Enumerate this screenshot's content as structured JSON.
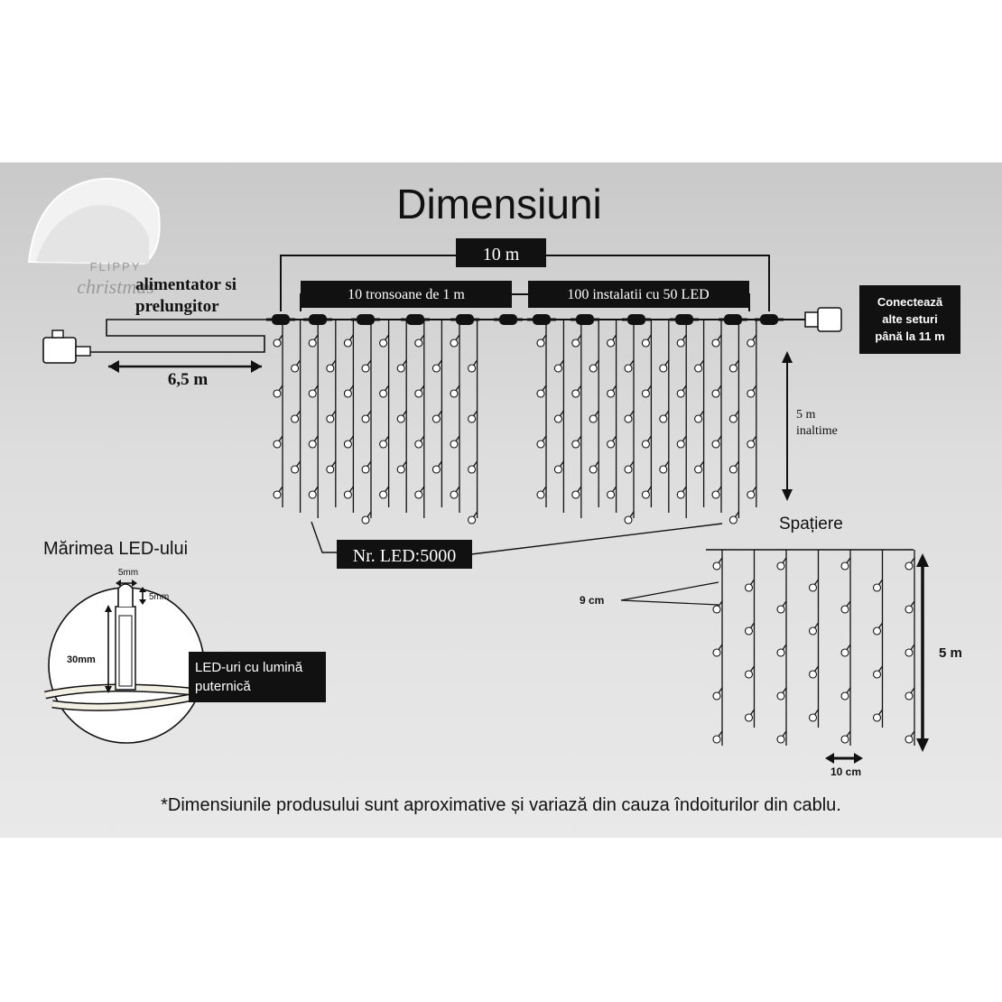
{
  "title": "Dimensiuni",
  "logo": {
    "line1": "FLIPPY",
    "line2": "christmas"
  },
  "top_dimension": "10 m",
  "segments_label": "10 tronsoane de 1 m",
  "installations_label": "100 instalatii cu 50 LED",
  "power_label": {
    "line1": "alimentator si",
    "line2": "prelungitor"
  },
  "cable_length": "6,5 m",
  "connect_label": {
    "line1": "Conectează",
    "line2": "alte seturi",
    "line3": "până la 11 m"
  },
  "height_label": {
    "line1": "5 m",
    "line2": "inaltime"
  },
  "led_count": "Nr. LED:5000",
  "led_size": {
    "title": "Mărimea LED-ului",
    "width": "5mm",
    "head": "5mm",
    "length": "30mm",
    "caption_line1": "LED-uri cu lumină",
    "caption_line2": "puternică"
  },
  "spacing": {
    "title": "Spațiere",
    "vertical": "9 cm",
    "horizontal": "10 cm",
    "height": "5 m"
  },
  "footnote": "*Dimensiunile produsului sunt aproximative și variază din cauza îndoiturilor din cablu.",
  "colors": {
    "ink": "#111111",
    "label_bg": "#111111",
    "label_text": "#ffffff",
    "panel": "#d6d6d6"
  }
}
